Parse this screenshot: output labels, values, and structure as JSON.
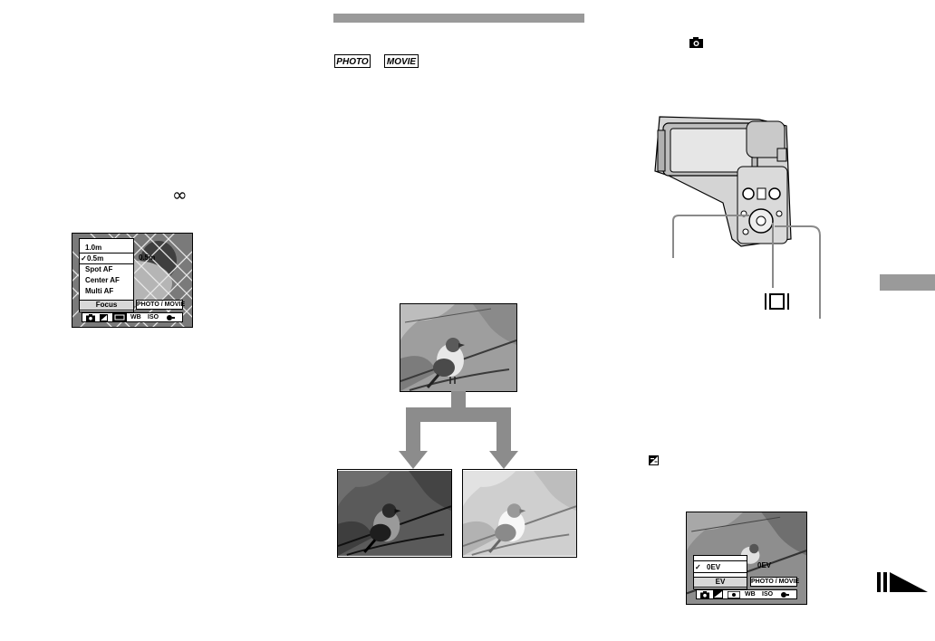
{
  "header": {
    "tag_photo": "PHOTO",
    "tag_movie": "MOVIE"
  },
  "symbols": {
    "infinity": "∞"
  },
  "focus_screen": {
    "menu_items": [
      "1.0m",
      "0.5m",
      "Spot AF",
      "Center AF",
      "Multi AF"
    ],
    "selected_index": 1,
    "check_mark": "✓",
    "value_readout": "0.5m",
    "menu_label": "Focus",
    "mode_label": "PHOTO / MOVIE",
    "strip_labels": [
      "WB",
      "ISO"
    ]
  },
  "ev_screen": {
    "selected_value": "0EV",
    "check_mark": "✓",
    "value_readout": "0EV",
    "menu_label": "EV",
    "mode_label": "PHOTO / MOVIE",
    "strip_labels": [
      "WB",
      "ISO"
    ]
  },
  "icons": {
    "camera_mode": "camera-icon",
    "exposure": "exposure-icon",
    "display_button": "display-button-icon",
    "page_corner": "page-corner-icon",
    "infinity": "infinity-icon"
  },
  "colors": {
    "accent_gray": "#9a9a9a"
  }
}
